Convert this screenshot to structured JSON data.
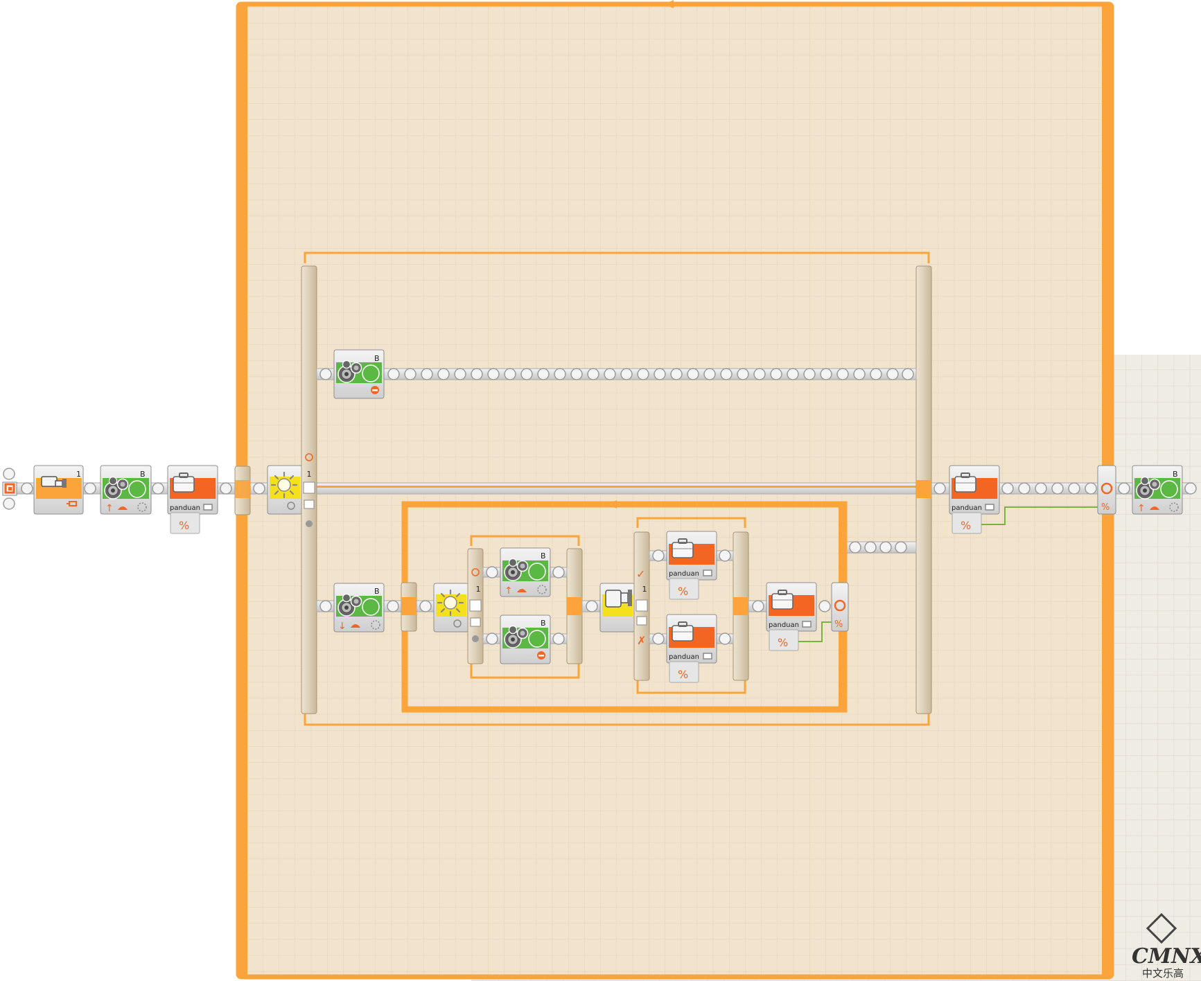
{
  "colors": {
    "canvas": "#efece3",
    "loop_fill": "#f1e3cc",
    "loop_frame": "#faa43b",
    "beam": "#ddd1bc",
    "motor": "#5cb845",
    "var": "#f26522",
    "sensor": "#f5e01d",
    "wire": "#7ab23f"
  },
  "program": {
    "start_block": {
      "icon": "start-icon"
    },
    "blocks": {
      "timer_sensor": {
        "icon": "timer-sensor-icon",
        "port": "1"
      },
      "motor_main": {
        "icon": "motor-gear-icon",
        "port": "B"
      },
      "var_main": {
        "icon": "variable-briefcase-icon",
        "name": "panduan"
      },
      "light_sensor_outer": {
        "icon": "light-sensor-icon",
        "port": "1"
      },
      "motor_stop_top": {
        "icon": "motor-gear-icon",
        "port": "B"
      },
      "motor_reverse": {
        "icon": "motor-gear-icon",
        "port": "B"
      },
      "light_sensor_inner": {
        "icon": "light-sensor-icon",
        "port": "1"
      },
      "motor_forward_inner": {
        "icon": "motor-gear-icon",
        "port": "B"
      },
      "motor_stop_inner": {
        "icon": "motor-gear-icon",
        "port": "B"
      },
      "touch_sensor": {
        "icon": "touch-sensor-icon",
        "port": "1"
      },
      "var_true": {
        "icon": "variable-briefcase-icon",
        "name": "panduan"
      },
      "var_false": {
        "icon": "variable-briefcase-icon",
        "name": "panduan"
      },
      "var_read_inner": {
        "icon": "variable-briefcase-icon",
        "name": "panduan"
      },
      "var_read_outer": {
        "icon": "variable-briefcase-icon",
        "name": "panduan"
      },
      "motor_final": {
        "icon": "motor-gear-icon",
        "port": "B"
      }
    }
  },
  "watermark": {
    "logo": "CMNXT",
    "text": "中文乐高"
  }
}
